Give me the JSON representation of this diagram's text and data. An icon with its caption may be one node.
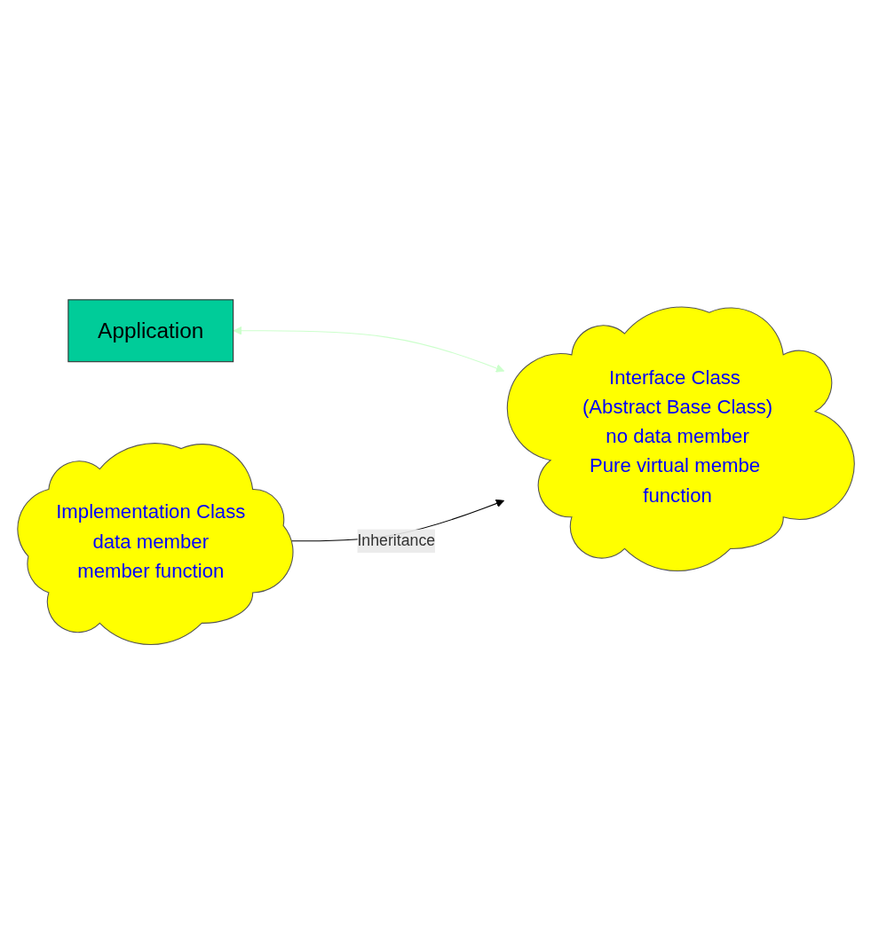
{
  "diagram": {
    "nodes": [
      {
        "text": [
          "Application"
        ]
      },
      {
        "text": [
          "Interface Class (Abstract Base Class)",
          "no data member",
          "Pure virtual membe function"
        ]
      },
      {
        "text": [
          "Implementation Class",
          "data member",
          "member function"
        ]
      }
    ],
    "edges": [
      {
        "from": 0,
        "to": 1,
        "arrow": "both",
        "color": "#ccffcc"
      },
      {
        "from": 2,
        "to": 1,
        "arrow": "to",
        "label": "Inheritance",
        "color": "#000000"
      }
    ]
  }
}
